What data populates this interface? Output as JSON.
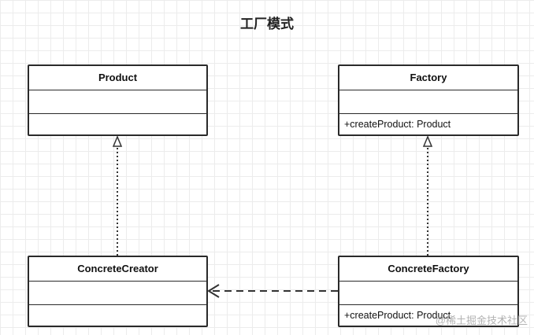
{
  "diagram": {
    "title": "工厂模式",
    "classes": {
      "product": {
        "name": "Product",
        "operation": ""
      },
      "factory": {
        "name": "Factory",
        "operation": "+createProduct: Product"
      },
      "concrete_creator": {
        "name": "ConcreteCreator",
        "operation": ""
      },
      "concrete_factory": {
        "name": "ConcreteFactory",
        "operation": "+createProduct: Product"
      }
    },
    "relations": [
      {
        "from": "ConcreteCreator",
        "to": "Product",
        "type": "realization"
      },
      {
        "from": "ConcreteFactory",
        "to": "Factory",
        "type": "realization"
      },
      {
        "from": "ConcreteFactory",
        "to": "ConcreteCreator",
        "type": "dependency"
      }
    ]
  },
  "watermark": "@稀土掘金技术社区"
}
